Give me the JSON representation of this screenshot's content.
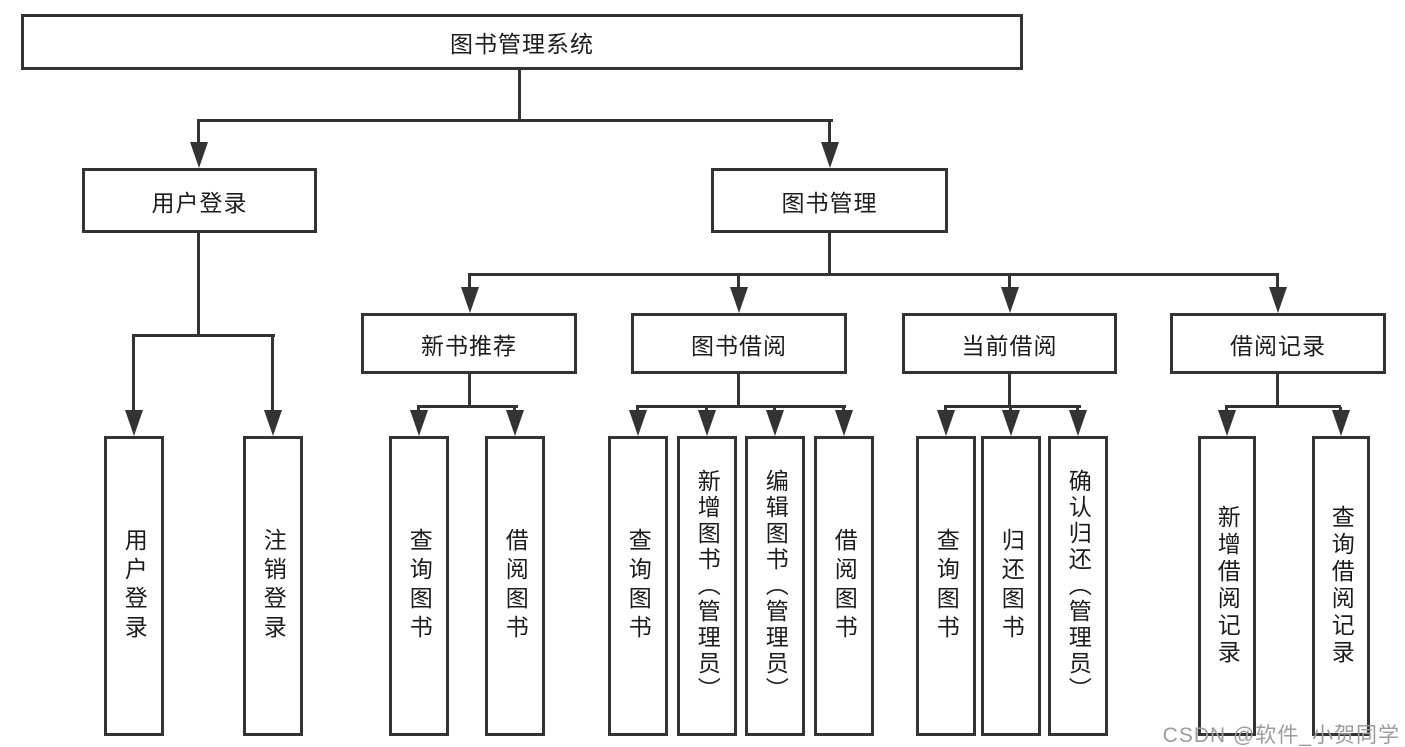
{
  "diagram": {
    "root": "图书管理系统",
    "level2": [
      "用户登录",
      "图书管理"
    ],
    "level3": [
      "新书推荐",
      "图书借阅",
      "当前借阅",
      "借阅记录"
    ],
    "leaves": {
      "user_login": [
        "用户登录",
        "注销登录"
      ],
      "new_book_recommend": [
        "查询图书",
        "借阅图书"
      ],
      "book_borrow": [
        "查询图书",
        "新增图书（管理员）",
        "编辑图书（管理员）",
        "借阅图书"
      ],
      "current_borrow": [
        "查询图书",
        "归还图书",
        "确认归还（管理员）"
      ],
      "borrow_record": [
        "新增借阅记录",
        "查询借阅记录"
      ]
    }
  },
  "watermark": "CSDN @软件_小贺同学",
  "colors": {
    "line": "#333333",
    "text": "#1c1c1c",
    "watermark": "#9c9c9c",
    "background": "#ffffff"
  }
}
